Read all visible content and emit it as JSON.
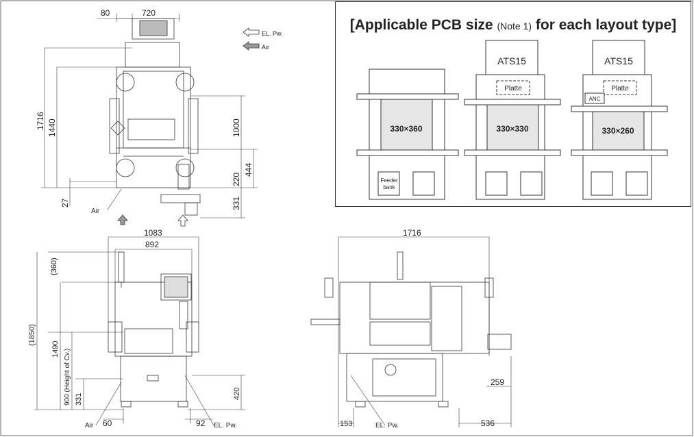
{
  "pcb_panel": {
    "title_before": "[Applicable PCB size",
    "title_note": "(Note 1)",
    "title_after": "for each layout type]",
    "layouts": [
      {
        "pcb_size": "330×360",
        "feeder_label_1": "Feeder",
        "feeder_label_2": "bank"
      },
      {
        "pcb_size": "330×330",
        "ats_label": "ATS15",
        "platte_label": "Platte"
      },
      {
        "pcb_size": "330×260",
        "ats_label": "ATS15",
        "platte_label": "Platte",
        "anc_label": "ANC"
      }
    ]
  },
  "legend": {
    "el_pw": "EL. Pw.",
    "air": "Air"
  },
  "top_view": {
    "dim_80": "80",
    "dim_720": "720",
    "dim_1716": "1716",
    "dim_1440": "1440",
    "dim_1000": "1000",
    "dim_444": "444",
    "dim_220": "220",
    "dim_331": "331",
    "dim_27": "27",
    "air_label": "Air"
  },
  "front_view": {
    "dim_1083": "1083",
    "dim_892": "892",
    "dim_360": "(360)",
    "dim_1850": "(1850)",
    "dim_1490": "1490",
    "dim_900": "900 (Height of Cv.)",
    "dim_331": "331",
    "dim_420": "420",
    "dim_60": "60",
    "dim_92": "92",
    "air_label": "Air",
    "el_pw_label": "EL. Pw."
  },
  "side_view": {
    "dim_1716": "1716",
    "dim_259": "259",
    "dim_153": "153",
    "dim_536": "536",
    "el_pw_label": "EL. Pw."
  }
}
